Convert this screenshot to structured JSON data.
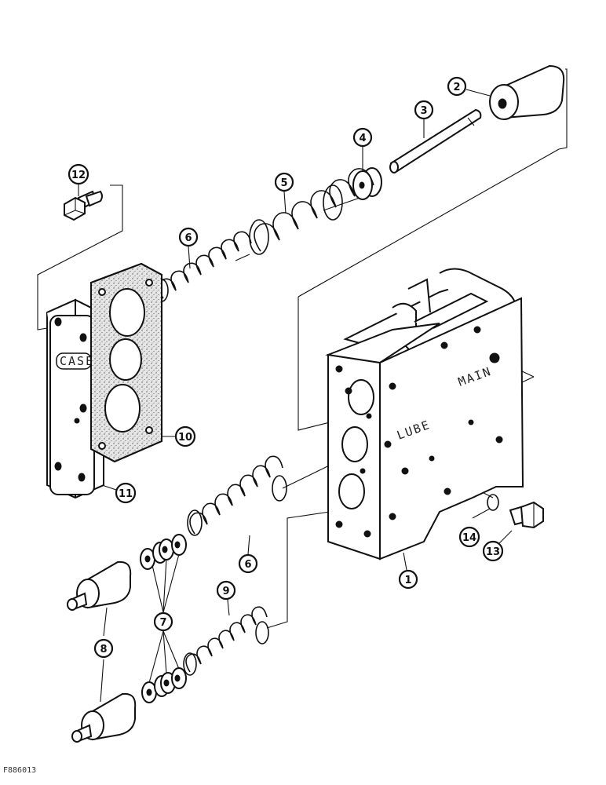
{
  "figure_code": "F886013",
  "callouts": {
    "c1": "1",
    "c2": "2",
    "c3": "3",
    "c4": "4",
    "c5": "5",
    "c6a": "6",
    "c6b": "6",
    "c7": "7",
    "c8": "8",
    "c9": "9",
    "c10": "10",
    "c11": "11",
    "c12": "12",
    "c13": "13",
    "c14": "14"
  },
  "body_labels": {
    "main": "MAIN",
    "lube": "LUBE"
  },
  "cover_badge": "CASE"
}
